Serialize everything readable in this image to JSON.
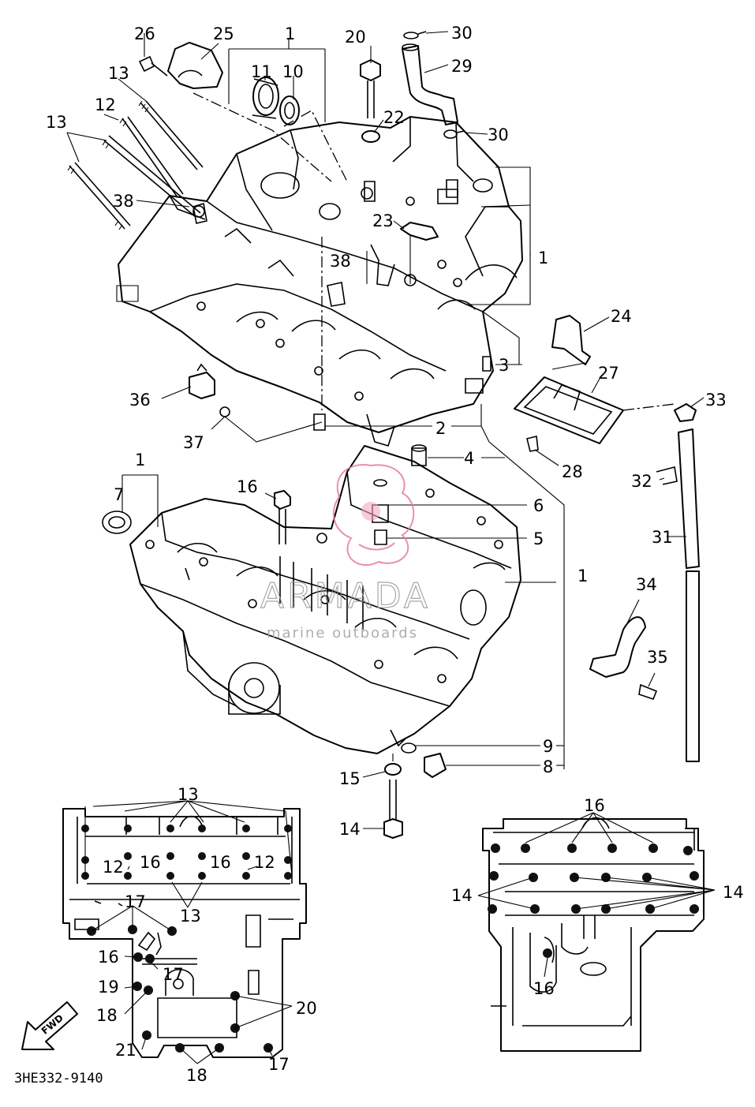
{
  "diagram_code": "3HE332-9140",
  "watermark": {
    "title": "ARMADA",
    "subtitle": "marine outboards"
  },
  "forward_arrow_label": "FWD",
  "callouts": {
    "c1_top": "1",
    "c1_right_upper": "1",
    "c1_left": "1",
    "c1_right_lower": "1",
    "c2": "2",
    "c3": "3",
    "c4": "4",
    "c5": "5",
    "c6": "6",
    "c7": "7",
    "c8": "8",
    "c9": "9",
    "c10": "10",
    "c11": "11",
    "c12_top": "12",
    "c13_a": "13",
    "c13_b": "13",
    "c14": "14",
    "c15": "15",
    "c16": "16",
    "c20": "20",
    "c22": "22",
    "c23": "23",
    "c24": "24",
    "c25": "25",
    "c26": "26",
    "c27": "27",
    "c28": "28",
    "c29": "29",
    "c30_a": "30",
    "c30_b": "30",
    "c31": "31",
    "c32": "32",
    "c33": "33",
    "c34": "34",
    "c35": "35",
    "c36": "36",
    "c37": "37",
    "c38_a": "38",
    "c38_b": "38"
  },
  "upper_view_labels": {
    "l13_top": "13",
    "l12_left": "12",
    "l16_a": "16",
    "l16_b": "16",
    "l12_right": "12",
    "l17_top": "17",
    "l13_mid": "13",
    "l16_left": "16",
    "l17_mid": "17",
    "l19": "19",
    "l18_a": "18",
    "l20": "20",
    "l21": "21",
    "l18_b": "18",
    "l17_bot": "17"
  },
  "lower_view_labels": {
    "l16_top": "16",
    "l14_left": "14",
    "l14_right": "14",
    "l16_bot": "16"
  }
}
